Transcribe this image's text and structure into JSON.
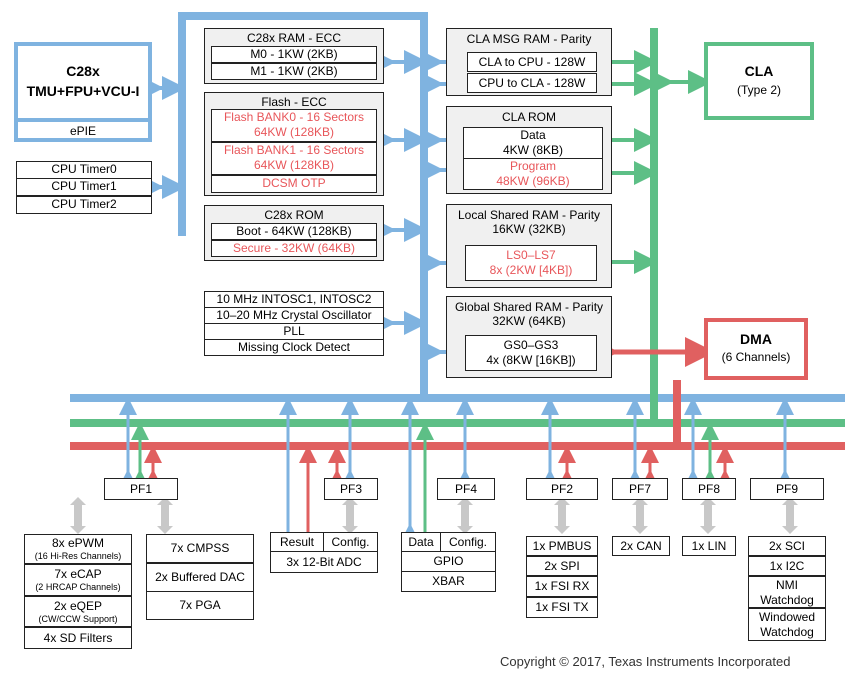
{
  "cpu": {
    "title": "C28x",
    "subtitle": "TMU+FPU+VCU-I",
    "epie": "ePIE"
  },
  "timers": [
    "CPU Timer0",
    "CPU Timer1",
    "CPU Timer2"
  ],
  "ram_ecc": {
    "title": "C28x RAM - ECC",
    "m0": "M0 - 1KW (2KB)",
    "m1": "M1 - 1KW (2KB)"
  },
  "flash": {
    "title": "Flash - ECC",
    "bank0_l1": "Flash BANK0 - 16 Sectors",
    "bank0_l2": "64KW (128KB)",
    "bank1_l1": "Flash BANK1 - 16 Sectors",
    "bank1_l2": "64KW (128KB)",
    "dcsm": "DCSM OTP"
  },
  "rom": {
    "title": "C28x ROM",
    "boot": "Boot - 64KW (128KB)",
    "secure": "Secure - 32KW (64KB)"
  },
  "clock": [
    "10 MHz INTOSC1, INTOSC2",
    "10–20 MHz Crystal Oscillator",
    "PLL",
    "Missing Clock Detect"
  ],
  "cla_msg": {
    "title": "CLA MSG RAM - Parity",
    "cla_to_cpu": "CLA to CPU - 128W",
    "cpu_to_cla": "CPU to CLA - 128W"
  },
  "cla_rom": {
    "title": "CLA ROM",
    "data_l1": "Data",
    "data_l2": "4KW (8KB)",
    "prog_l1": "Program",
    "prog_l2": "48KW (96KB)"
  },
  "ls_ram": {
    "title_l1": "Local Shared RAM - Parity",
    "title_l2": "16KW (32KB)",
    "inner_l1": "LS0–LS7",
    "inner_l2": "8x (2KW [4KB])"
  },
  "gs_ram": {
    "title_l1": "Global Shared RAM - Parity",
    "title_l2": "32KW (64KB)",
    "inner_l1": "GS0–GS3",
    "inner_l2": "4x (8KW [16KB])"
  },
  "cla": {
    "title": "CLA",
    "subtitle": "(Type 2)"
  },
  "dma": {
    "title": "DMA",
    "subtitle": "(6 Channels)"
  },
  "pf": [
    "PF1",
    "PF3",
    "PF4",
    "PF2",
    "PF7",
    "PF8",
    "PF9"
  ],
  "pf1_a": {
    "epwm_l1": "8x ePWM",
    "epwm_l2": "(16 Hi-Res Channels)",
    "ecap_l1": "7x eCAP",
    "ecap_l2": "(2 HRCAP Channels)",
    "eqep_l1": "2x eQEP",
    "eqep_l2": "(CW/CCW Support)",
    "sd": "4x SD Filters"
  },
  "pf1_b": [
    "7x CMPSS",
    "2x Buffered DAC",
    "7x PGA"
  ],
  "adc": {
    "result": "Result",
    "config": "Config.",
    "name": "3x 12-Bit ADC"
  },
  "gpio": {
    "data": "Data",
    "config": "Config.",
    "gpio": "GPIO",
    "xbar": "XBAR"
  },
  "pf2": [
    "1x PMBUS",
    "2x SPI",
    "1x FSI RX",
    "1x FSI TX"
  ],
  "pf7": "2x CAN",
  "pf8": "1x LIN",
  "pf9": {
    "sci": "2x SCI",
    "i2c": "1x I2C",
    "nmi_l1": "NMI",
    "nmi_l2": "Watchdog",
    "win_l1": "Windowed",
    "win_l2": "Watchdog"
  },
  "copyright": "Copyright © 2017, Texas Instruments Incorporated",
  "colors": {
    "blue_bus": "#7fb3e0",
    "green_bus": "#5dbf86",
    "red_bus": "#e06060",
    "gray_arrow": "#c8c8c8"
  }
}
